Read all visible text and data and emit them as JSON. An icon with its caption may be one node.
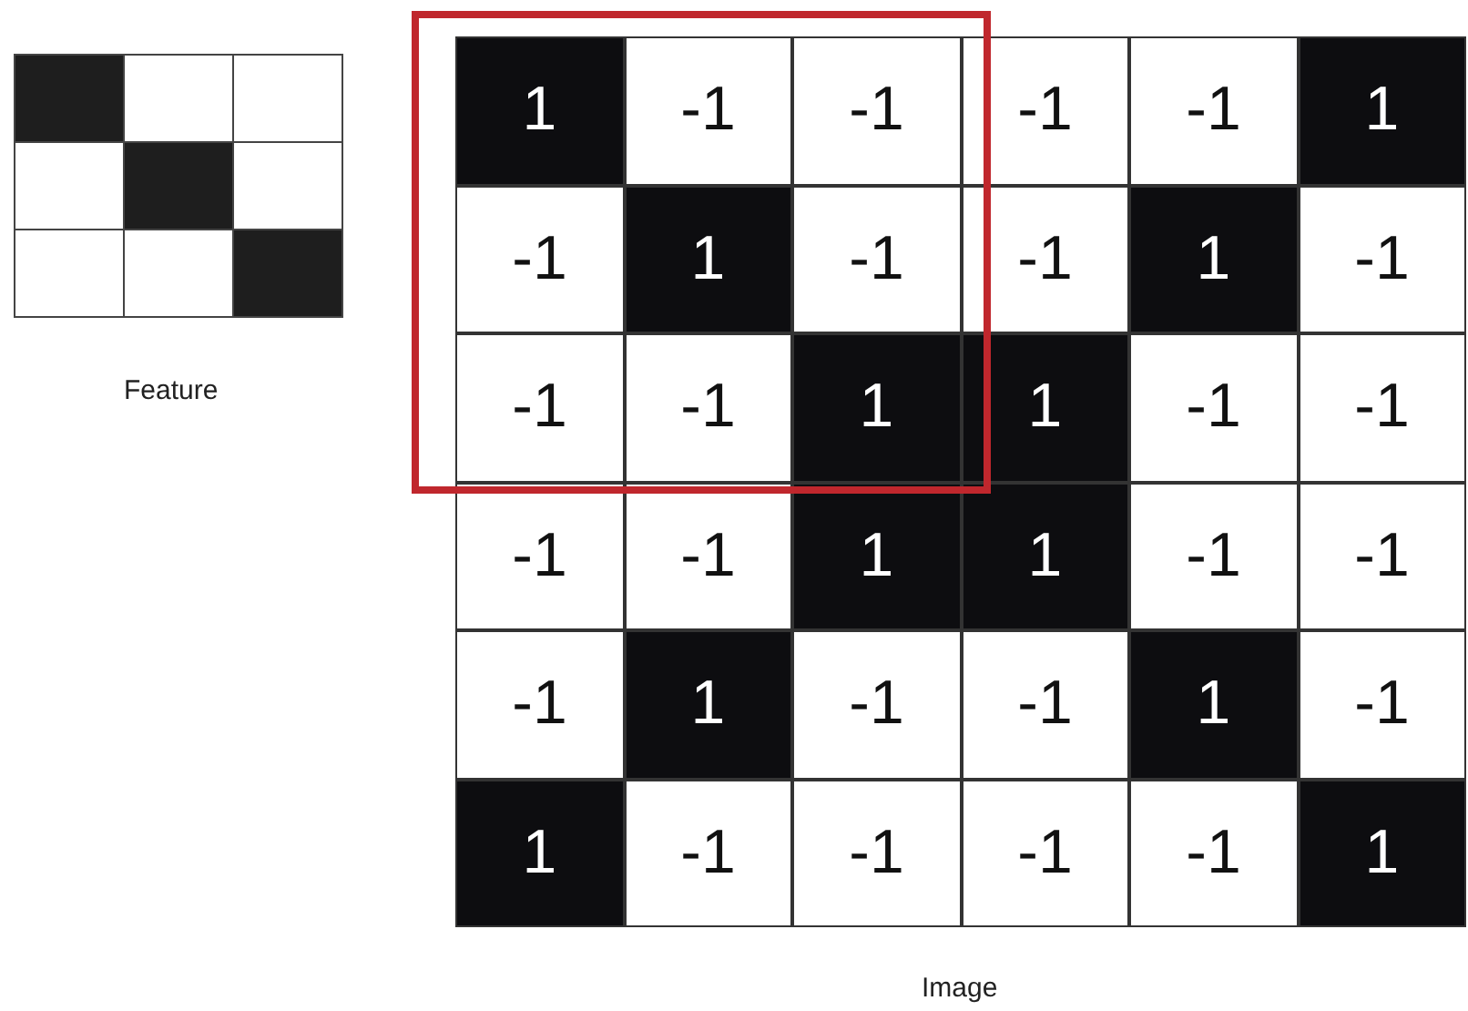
{
  "diagram": {
    "labels": [
      "1",
      "-1",
      "-1",
      "-1",
      "-1",
      "1",
      "-1",
      "1",
      "-1",
      "-1",
      "1",
      "-1",
      "-1",
      "-1",
      "1",
      "1",
      "-1",
      "-1",
      "-1",
      "-1",
      "1",
      "1",
      "-1",
      "-1",
      "-1",
      "1",
      "-1",
      "-1",
      "1",
      "-1",
      "1",
      "-1",
      "-1",
      "-1",
      "-1",
      "1",
      "Feature",
      "Image"
    ]
  }
}
